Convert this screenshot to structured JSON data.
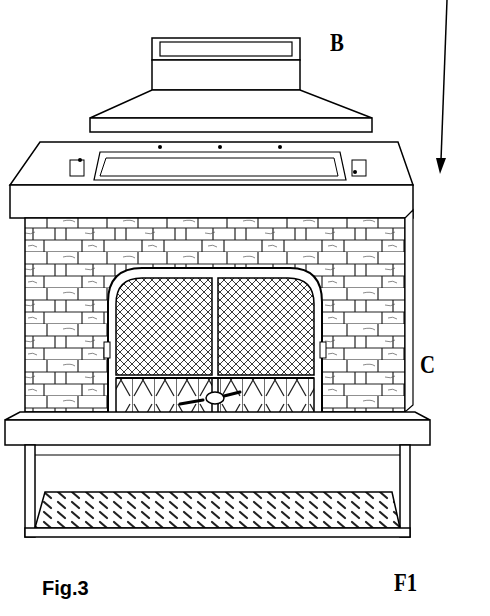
{
  "diagram": {
    "caption": "Fig.3",
    "labels": [
      "B",
      "C",
      "F1"
    ]
  }
}
